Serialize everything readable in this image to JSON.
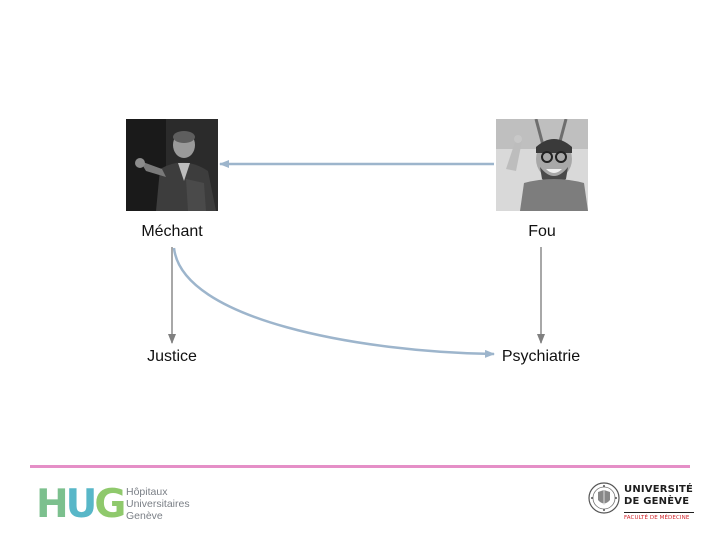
{
  "nodes": {
    "mechant": "Méchant",
    "fou": "Fou",
    "justice": "Justice",
    "psychiatrie": "Psychiatrie"
  },
  "photos": {
    "left_icon": "villain-portrait",
    "right_icon": "laughing-man-portrait"
  },
  "footer": {
    "hug_mark": [
      "H",
      "U",
      "G"
    ],
    "hug_lines": [
      "Hôpitaux",
      "Universitaires",
      "Genève"
    ],
    "unige_lines": [
      "UNIVERSITÉ",
      "DE GENÈVE"
    ],
    "unige_faculty": "FACULTÉ DE MÉDECINE"
  },
  "colors": {
    "arrow_blue": "#9db5cc",
    "arrow_gray": "#8a8a8a",
    "footer_rule": "#e58fc7",
    "hug_green": "#7cc08e",
    "hug_teal": "#58b7c8",
    "unige_red": "#d1232a"
  }
}
